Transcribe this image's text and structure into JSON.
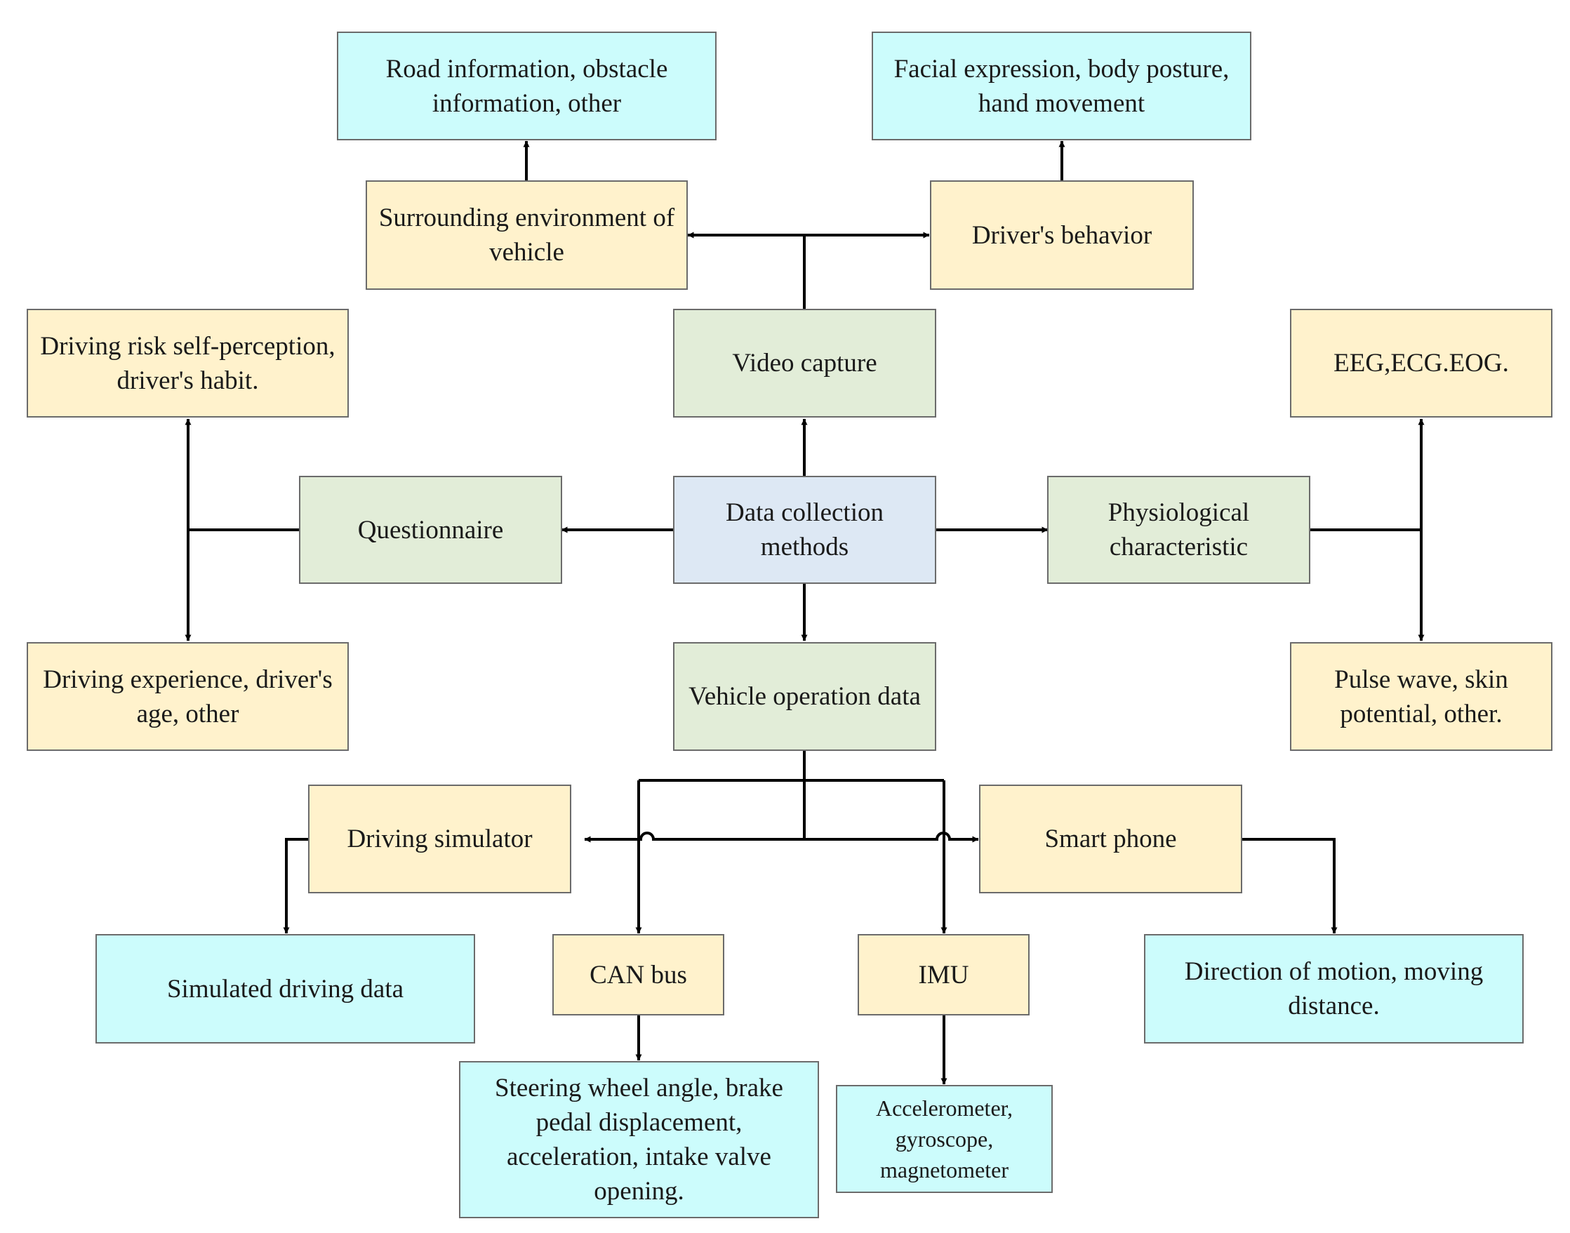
{
  "colors": {
    "center": "#dde8f4",
    "method": "#e2edd8",
    "category": "#fff2cc",
    "detail": "#ccfcfc",
    "line": "#000000",
    "border": "#6b6b6b"
  },
  "nodes": {
    "center": {
      "text": "Data collection methods"
    },
    "video_capture": {
      "text": "Video capture"
    },
    "questionnaire": {
      "text": "Questionnaire"
    },
    "physiological": {
      "text": "Physiological characteristic"
    },
    "vehicle_operation": {
      "text": "Vehicle operation data"
    },
    "surrounding_env": {
      "text": "Surrounding environment of vehicle"
    },
    "drivers_behavior": {
      "text": "Driver's behavior"
    },
    "road_info": {
      "text": "Road information, obstacle information, other"
    },
    "facial_expression": {
      "text": "Facial expression, body posture, hand movement"
    },
    "risk_perception": {
      "text": "Driving risk self-perception, driver's habit."
    },
    "driving_experience": {
      "text": "Driving experience, driver's age, other"
    },
    "eeg": {
      "text": "EEG,ECG.EOG."
    },
    "pulse_wave": {
      "text": "Pulse wave, skin potential, other."
    },
    "driving_simulator": {
      "text": "Driving simulator"
    },
    "smart_phone": {
      "text": "Smart phone"
    },
    "can_bus": {
      "text": "CAN bus"
    },
    "imu": {
      "text": "IMU"
    },
    "simulated_data": {
      "text": "Simulated driving data"
    },
    "direction_motion": {
      "text": "Direction of motion, moving distance."
    },
    "steering": {
      "text": "Steering wheel angle, brake pedal displacement, acceleration, intake valve opening."
    },
    "accelerometer": {
      "text": "Accelerometer, gyroscope, magnetometer"
    }
  }
}
